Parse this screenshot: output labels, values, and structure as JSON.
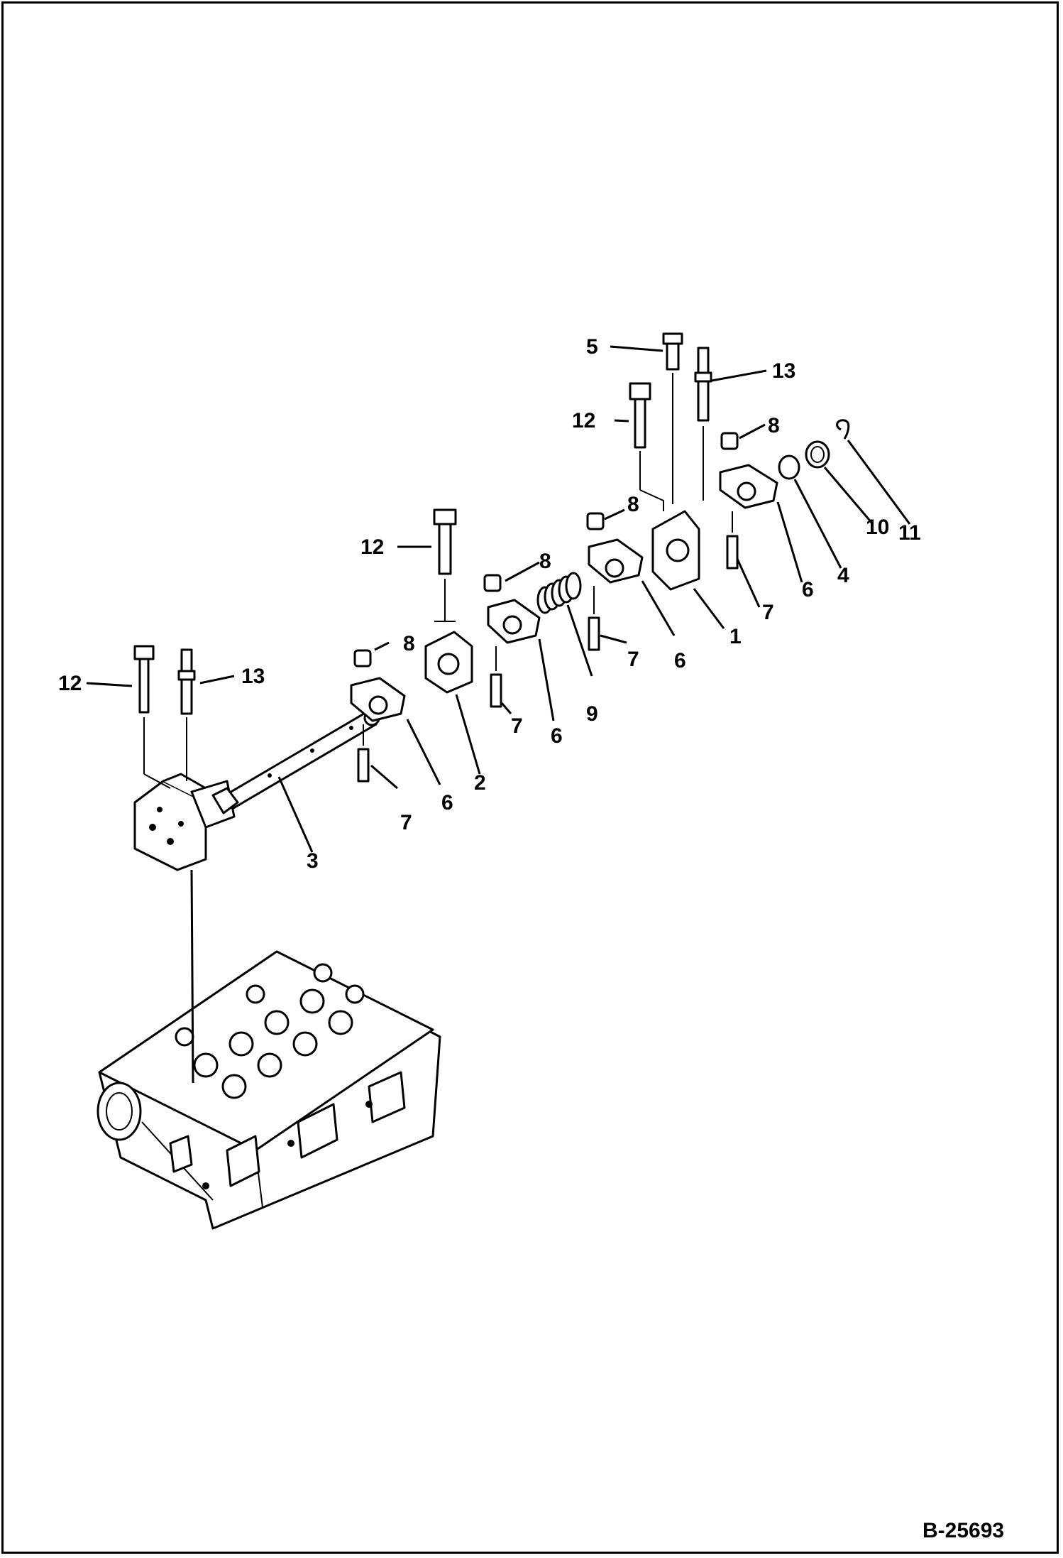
{
  "drawing": {
    "reference": "B-25693",
    "callouts": [
      "1",
      "2",
      "3",
      "4",
      "5",
      "6",
      "6",
      "6",
      "6",
      "7",
      "7",
      "7",
      "7",
      "8",
      "8",
      "8",
      "8",
      "9",
      "10",
      "11",
      "12",
      "12",
      "12",
      "13",
      "13"
    ]
  }
}
